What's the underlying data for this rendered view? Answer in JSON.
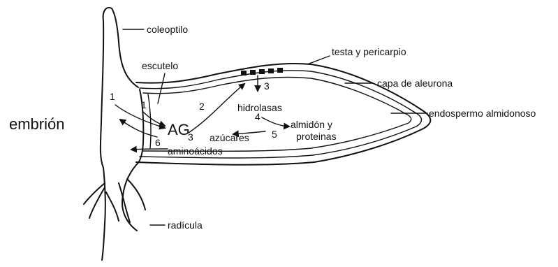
{
  "diagram": {
    "labels": {
      "coleoptilo": "coleoptilo",
      "testa": "testa y pericarpio",
      "escutelo": "escutelo",
      "aleurona": "capa de aleurona",
      "embrion": "embrión",
      "endospermo": "endospermo almidonoso",
      "hidrolasas": "hidrolasas",
      "almidon": "almidón y",
      "proteinas": "proteinas",
      "azucares": "azúcares",
      "ag": "AG",
      "ag_sub": "3",
      "aminoacidos": "aminoácidos",
      "radicula": "radícula"
    },
    "steps": [
      "1",
      "1",
      "2",
      "3",
      "4",
      "5",
      "6"
    ]
  }
}
